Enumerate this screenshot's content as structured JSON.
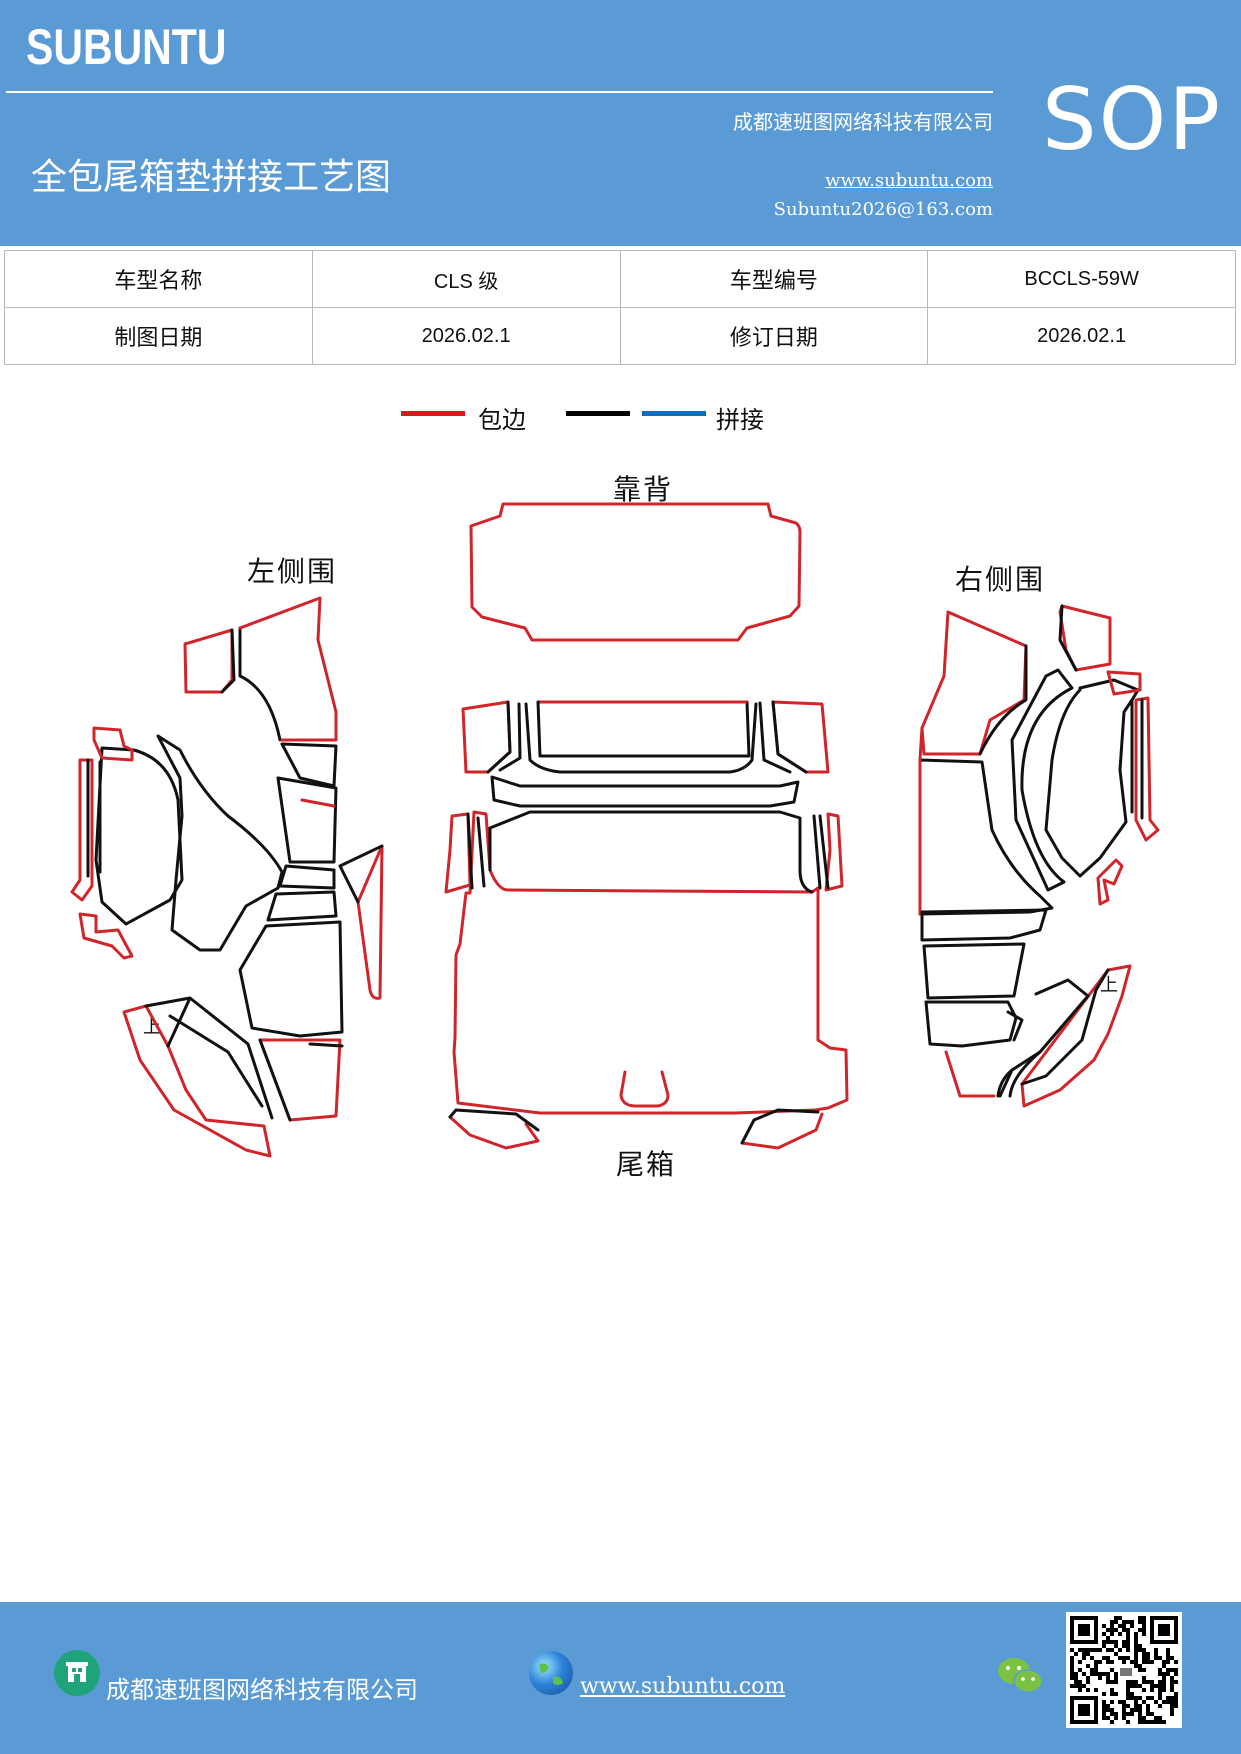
{
  "header": {
    "brand": "SUBUNTU",
    "company": "成都速班图网络科技有限公司",
    "title": "全包尾箱垫拼接工艺图",
    "url": "www.subuntu.com",
    "email": "Subuntu2026@163.com",
    "badge": "SOP"
  },
  "info_table": {
    "rows": [
      [
        {
          "text": "车型名称",
          "kind": "label"
        },
        {
          "text": "CLS 级",
          "kind": "value"
        },
        {
          "text": "车型编号",
          "kind": "label"
        },
        {
          "text": "BCCLS-59W",
          "kind": "value"
        }
      ],
      [
        {
          "text": "制图日期",
          "kind": "label"
        },
        {
          "text": "2026.02.1",
          "kind": "value"
        },
        {
          "text": "修订日期",
          "kind": "label"
        },
        {
          "text": "2026.02.1",
          "kind": "value"
        }
      ]
    ]
  },
  "legend": {
    "items": [
      {
        "label": "包边",
        "color": "#e3141b"
      },
      {
        "label": "",
        "color": "#000000"
      },
      {
        "label": "拼接",
        "color": "#0070c0"
      }
    ]
  },
  "diagram": {
    "labels": {
      "backrest": "靠背",
      "left_side": "左侧围",
      "right_side": "右侧围",
      "trunk": "尾箱",
      "up_left": "上",
      "up_right": "上"
    },
    "colors": {
      "edge": "#d0252b",
      "seam": "#111111"
    }
  },
  "footer": {
    "company": "成都速班图网络科技有限公司",
    "url": "www.subuntu.com "
  }
}
